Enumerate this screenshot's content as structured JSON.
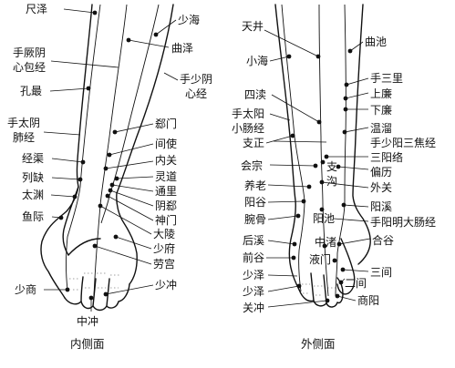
{
  "left": {
    "caption": "内侧面",
    "labels": {
      "chize": "尺泽",
      "shaohai": "少海",
      "quze": "曲泽",
      "shoujueyin_1": "手厥阴",
      "shoujueyin_2": "心包经",
      "shoushaoyin_1": "手少阴",
      "shoushaoyin_2": "心经",
      "kongzui": "孔最",
      "shoutaiyin_1": "手太阴",
      "shoutaiyin_2": "肺经",
      "ximen": "郄门",
      "jianshi": "间使",
      "neiguan": "内关",
      "jingqu": "经渠",
      "lingdao": "灵道",
      "tongli": "通里",
      "lieque": "列缺",
      "yinxi": "阴郄",
      "taiyuan": "太渊",
      "shenmen": "神门",
      "yuji": "鱼际",
      "daling": "大陵",
      "shaofu": "少府",
      "laogong": "劳宫",
      "shaoshang": "少商",
      "shaochong": "少冲",
      "zhongchong": "中冲"
    }
  },
  "right": {
    "caption": "外侧面",
    "labels": {
      "tianjing": "天井",
      "quchi": "曲池",
      "xiaohai": "小海",
      "shousanli": "手三里",
      "shanglian": "上廉",
      "sidu": "四渎",
      "xialian": "下廉",
      "shoutaiyang_1": "手太阳",
      "shoutaiyang_2": "小肠经",
      "wenliu": "温溜",
      "shoushaoyang": "手少阳三焦经",
      "zhizheng": "支正",
      "sanyangluo": "三阳络",
      "huizong": "会宗",
      "zhigou_1": "支",
      "zhigou_2": "沟",
      "pianli": "偏历",
      "yanglao": "养老",
      "waiguan": "外关",
      "yanggu": "阳谷",
      "yangxi": "阳溪",
      "wangu": "腕骨",
      "yangchi": "阳池",
      "shouyangming": "手阳明大肠经",
      "houxi": "后溪",
      "zhongzhu_1": "中渚",
      "zhongzhu_2": "液门",
      "hegu": "合谷",
      "qiangu": "前谷",
      "sanjian": "三间",
      "shaoze": "少泽",
      "erjian": "二间",
      "shangyang": "商阳",
      "guanchong": "关冲"
    }
  }
}
